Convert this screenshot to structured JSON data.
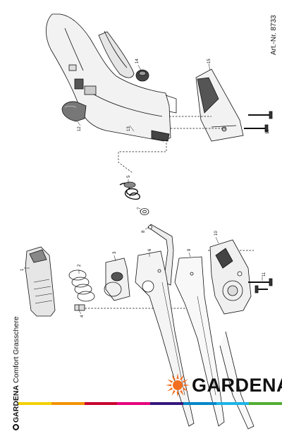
{
  "document": {
    "article_number": "Art.-Nr. 8733",
    "brand_small": "GARDENA",
    "product_name": "Comfort Grasschere"
  },
  "logo": {
    "text": "GARDENA",
    "icon": "gardena-sun-logo-icon",
    "color": "#f26f21"
  },
  "color_stripe": [
    "#f3d100",
    "#f39200",
    "#c8002d",
    "#e5007d",
    "#35177d",
    "#0086c8",
    "#1db3e6",
    "#52ae32"
  ],
  "part_numbers": [
    "1",
    "2",
    "3",
    "4",
    "5",
    "6",
    "7",
    "8",
    "9",
    "10",
    "11",
    "12",
    "13",
    "14",
    "15",
    "16"
  ]
}
